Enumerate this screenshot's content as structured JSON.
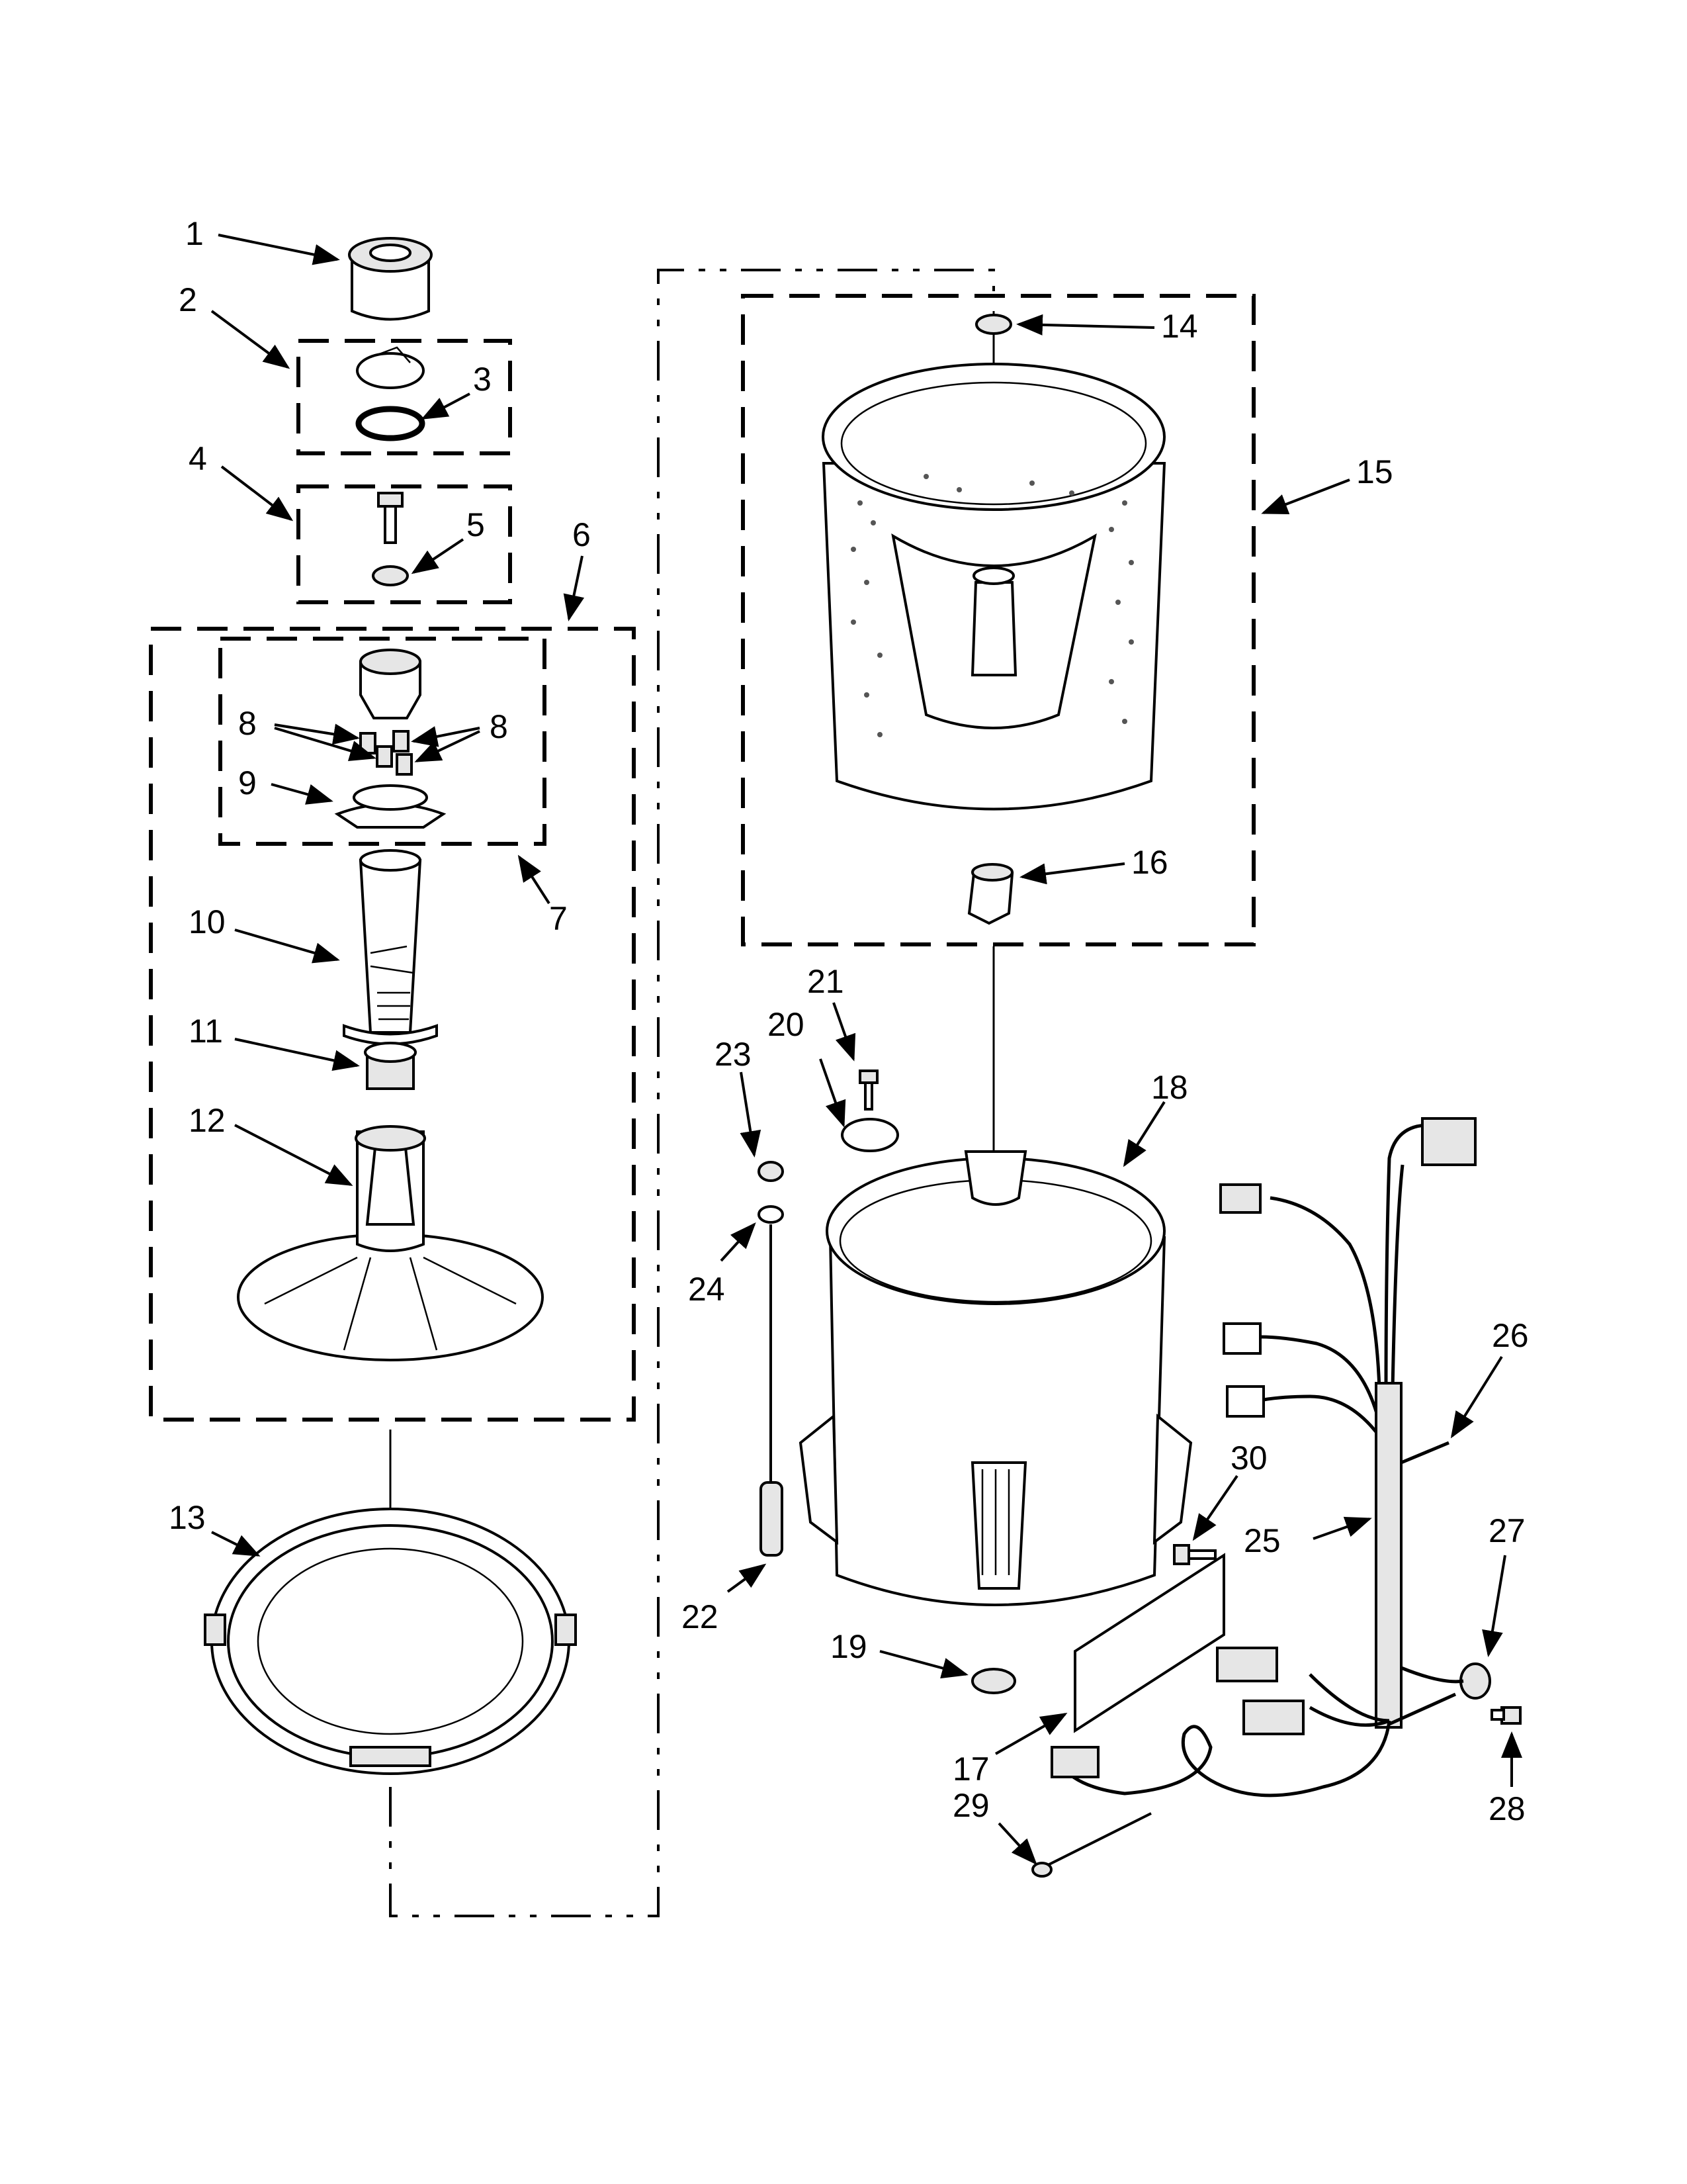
{
  "callouts": [
    "1",
    "2",
    "3",
    "4",
    "5",
    "6",
    "7",
    "8",
    "8",
    "9",
    "10",
    "11",
    "12",
    "13",
    "14",
    "15",
    "16",
    "17",
    "18",
    "19",
    "20",
    "21",
    "22",
    "23",
    "24",
    "25",
    "26",
    "27",
    "28",
    "29",
    "30"
  ],
  "icons": [
    "arrow-icon"
  ],
  "colors": {
    "line": "#000000",
    "background": "#ffffff",
    "fill": "#e6e6e6"
  }
}
